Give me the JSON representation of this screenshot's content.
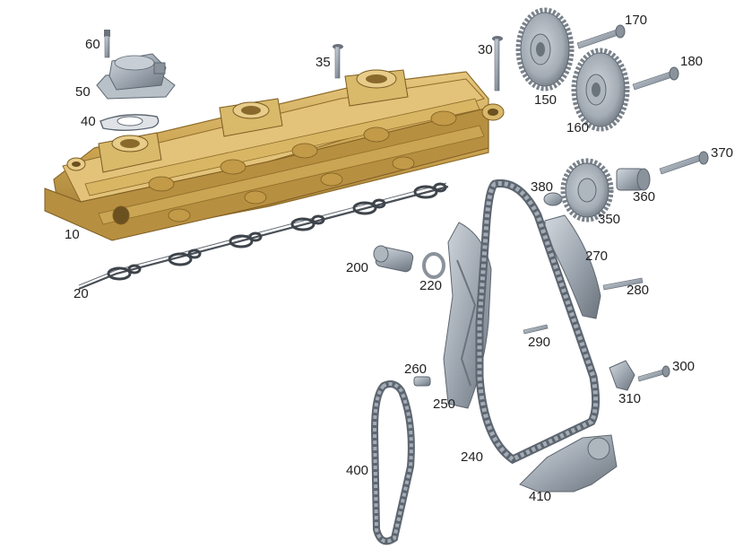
{
  "colors": {
    "housing": "#c9a24f",
    "housing_dark": "#8e6c2a",
    "housing_light": "#e3c37a",
    "steel": "#9aa3ad",
    "steel_dark": "#5d6670",
    "steel_light": "#c8ced5",
    "gasket": "#4a5058",
    "label": "#222222"
  },
  "labels": {
    "p10": "10",
    "p20": "20",
    "p30": "30",
    "p35": "35",
    "p40": "40",
    "p50": "50",
    "p60": "60",
    "p150": "150",
    "p160": "160",
    "p170": "170",
    "p180": "180",
    "p200": "200",
    "p220": "220",
    "p240": "240",
    "p250": "250",
    "p260": "260",
    "p270": "270",
    "p280": "280",
    "p290": "290",
    "p300": "300",
    "p310": "310",
    "p350": "350",
    "p360": "360",
    "p370": "370",
    "p380": "380",
    "p400": "400",
    "p410": "410"
  }
}
